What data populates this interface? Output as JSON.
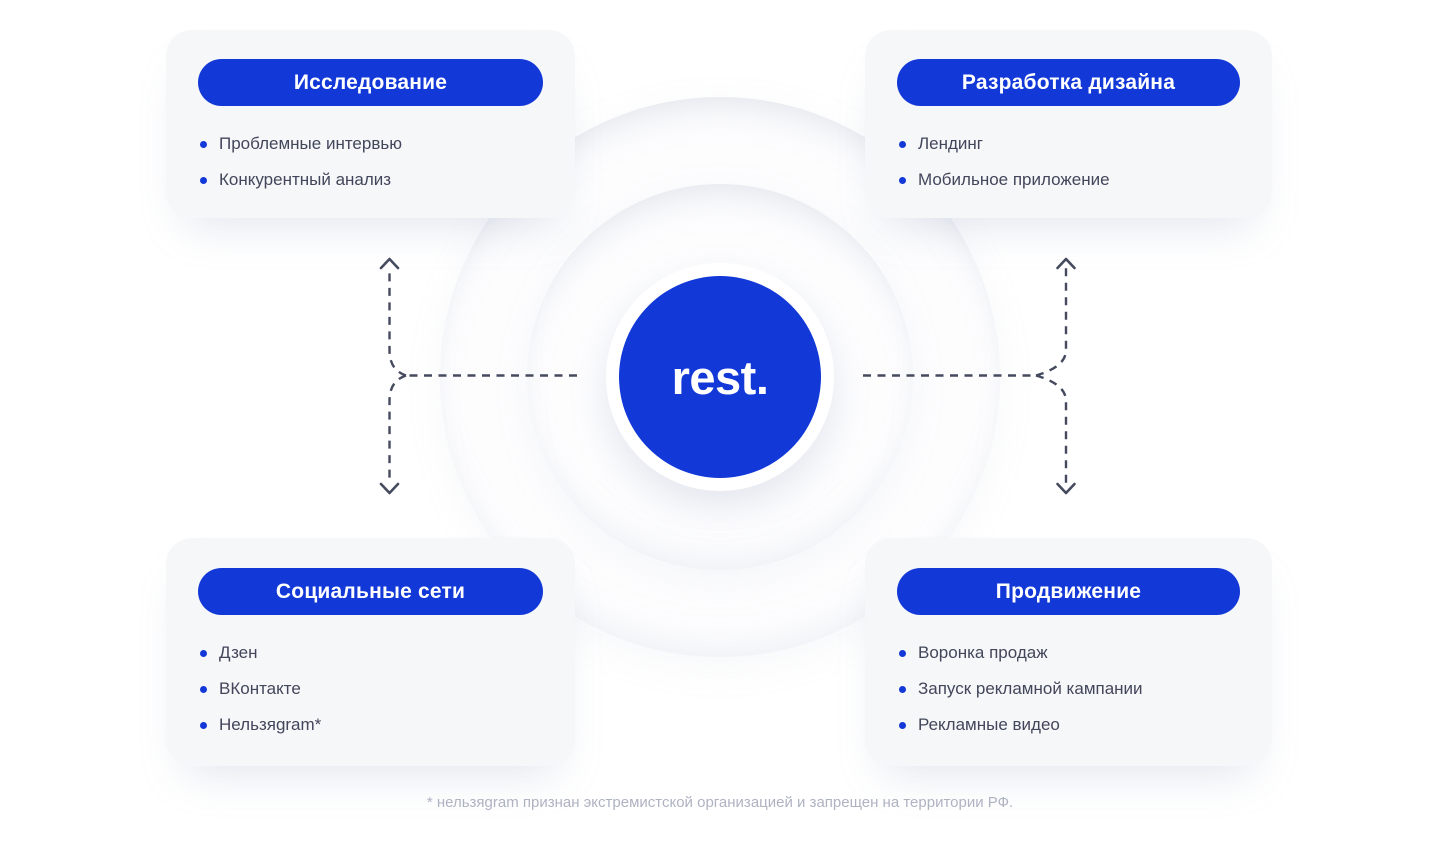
{
  "colors": {
    "accent": "#1238d8",
    "page_bg": "#ffffff",
    "card_bg": "#f6f7f9",
    "text_dark": "#42465a",
    "muted": "#aeb3c2",
    "dash": "#454a5e",
    "logo_text_color": "#ffffff"
  },
  "center": {
    "logo": "rest."
  },
  "cards": [
    {
      "id": "research",
      "position": "top-left",
      "title": "Исследование",
      "items": [
        "Проблемные интервью",
        "Конкурентный анализ"
      ]
    },
    {
      "id": "design",
      "position": "top-right",
      "title": "Разработка дизайна",
      "items": [
        "Лендинг",
        "Мобильное приложение"
      ]
    },
    {
      "id": "social",
      "position": "bottom-left",
      "title": "Социальные сети",
      "items": [
        "Дзен",
        "ВКонтакте",
        "Нельзяgram*"
      ]
    },
    {
      "id": "promotion",
      "position": "bottom-right",
      "title": "Продвижение",
      "items": [
        "Воронка продаж",
        "Запуск рекламной кампании",
        "Рекламные видео"
      ]
    }
  ],
  "footnote": "* нельзяgram признан экстремистской организацией и запрещен на территории РФ."
}
